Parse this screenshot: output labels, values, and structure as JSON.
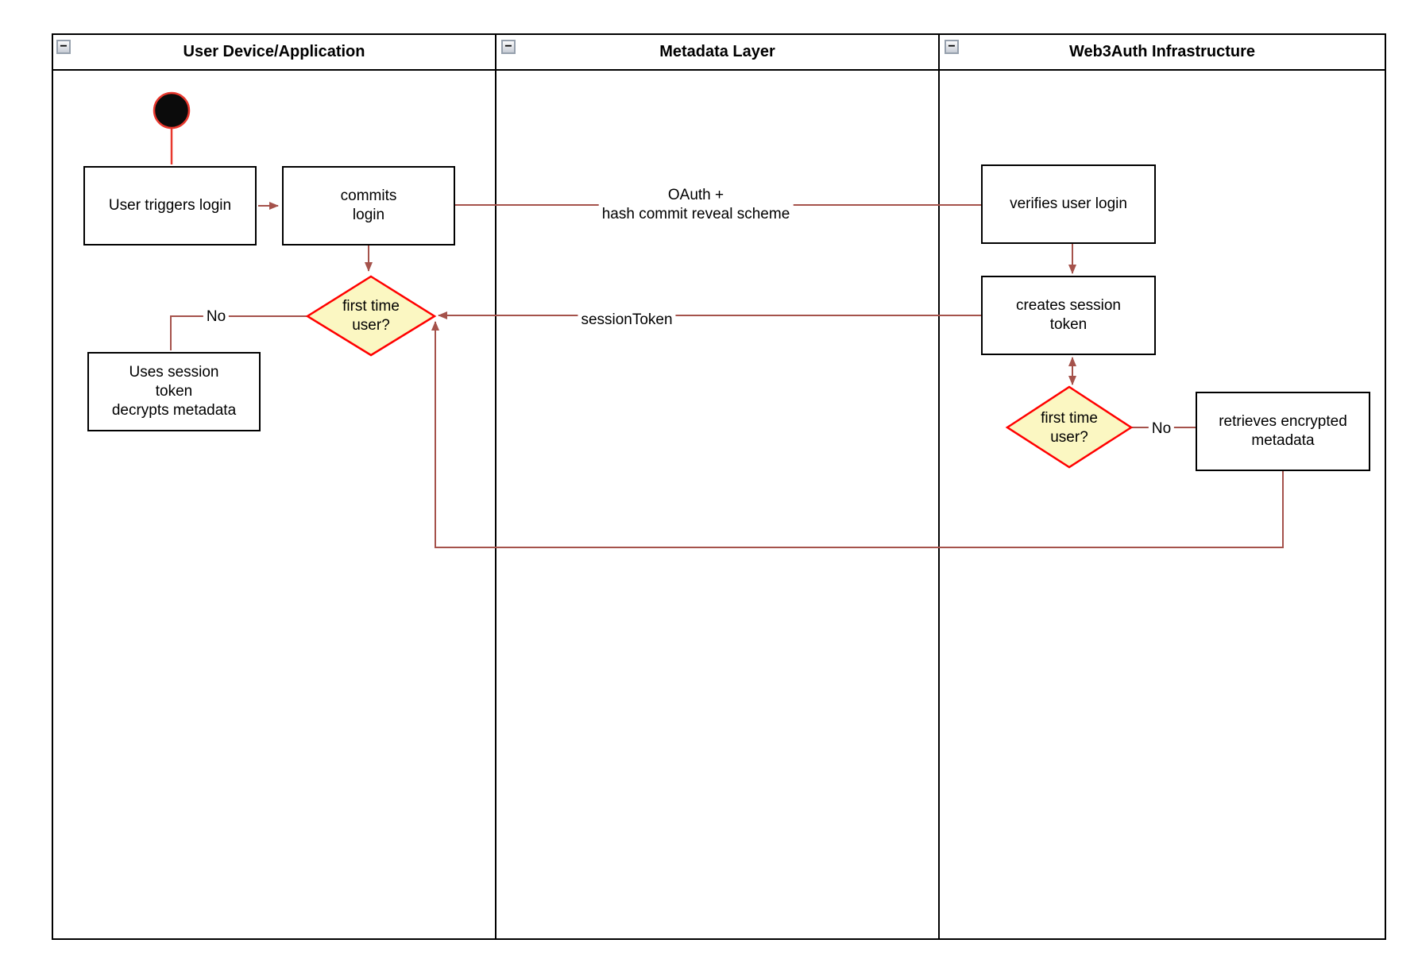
{
  "lanes": [
    {
      "id": "user-device",
      "title": "User Device/Application"
    },
    {
      "id": "metadata-layer",
      "title": "Metadata Layer"
    },
    {
      "id": "web3auth-infrastructure",
      "title": "Web3Auth Infrastructure"
    }
  ],
  "icons": {
    "collapse_minus": "−"
  },
  "nodes": {
    "user_triggers_login": "User triggers login",
    "commits_login": "commits\nlogin",
    "verifies_user_login": "verifies user login",
    "creates_session_token": "creates session\ntoken",
    "first_time_user_device": "first time\nuser?",
    "uses_session_token": "Uses session\ntoken\ndecrypts metadata",
    "first_time_user_infra": "first time\nuser?",
    "retrieves_encrypted_metadata": "retrieves encrypted\nmetadata"
  },
  "edge_labels": {
    "oauth": "OAuth +\nhash commit reveal scheme",
    "session_token": "sessionToken",
    "no_device": "No",
    "no_infra": "No"
  },
  "colors": {
    "edge_stroke": "#A5524B",
    "start_stroke": "#E8382E",
    "start_fill": "#0B0B0B",
    "decision_fill": "#FBF7C2",
    "decision_border": "#FF0000",
    "node_border": "#000000",
    "lane_border": "#000000"
  }
}
